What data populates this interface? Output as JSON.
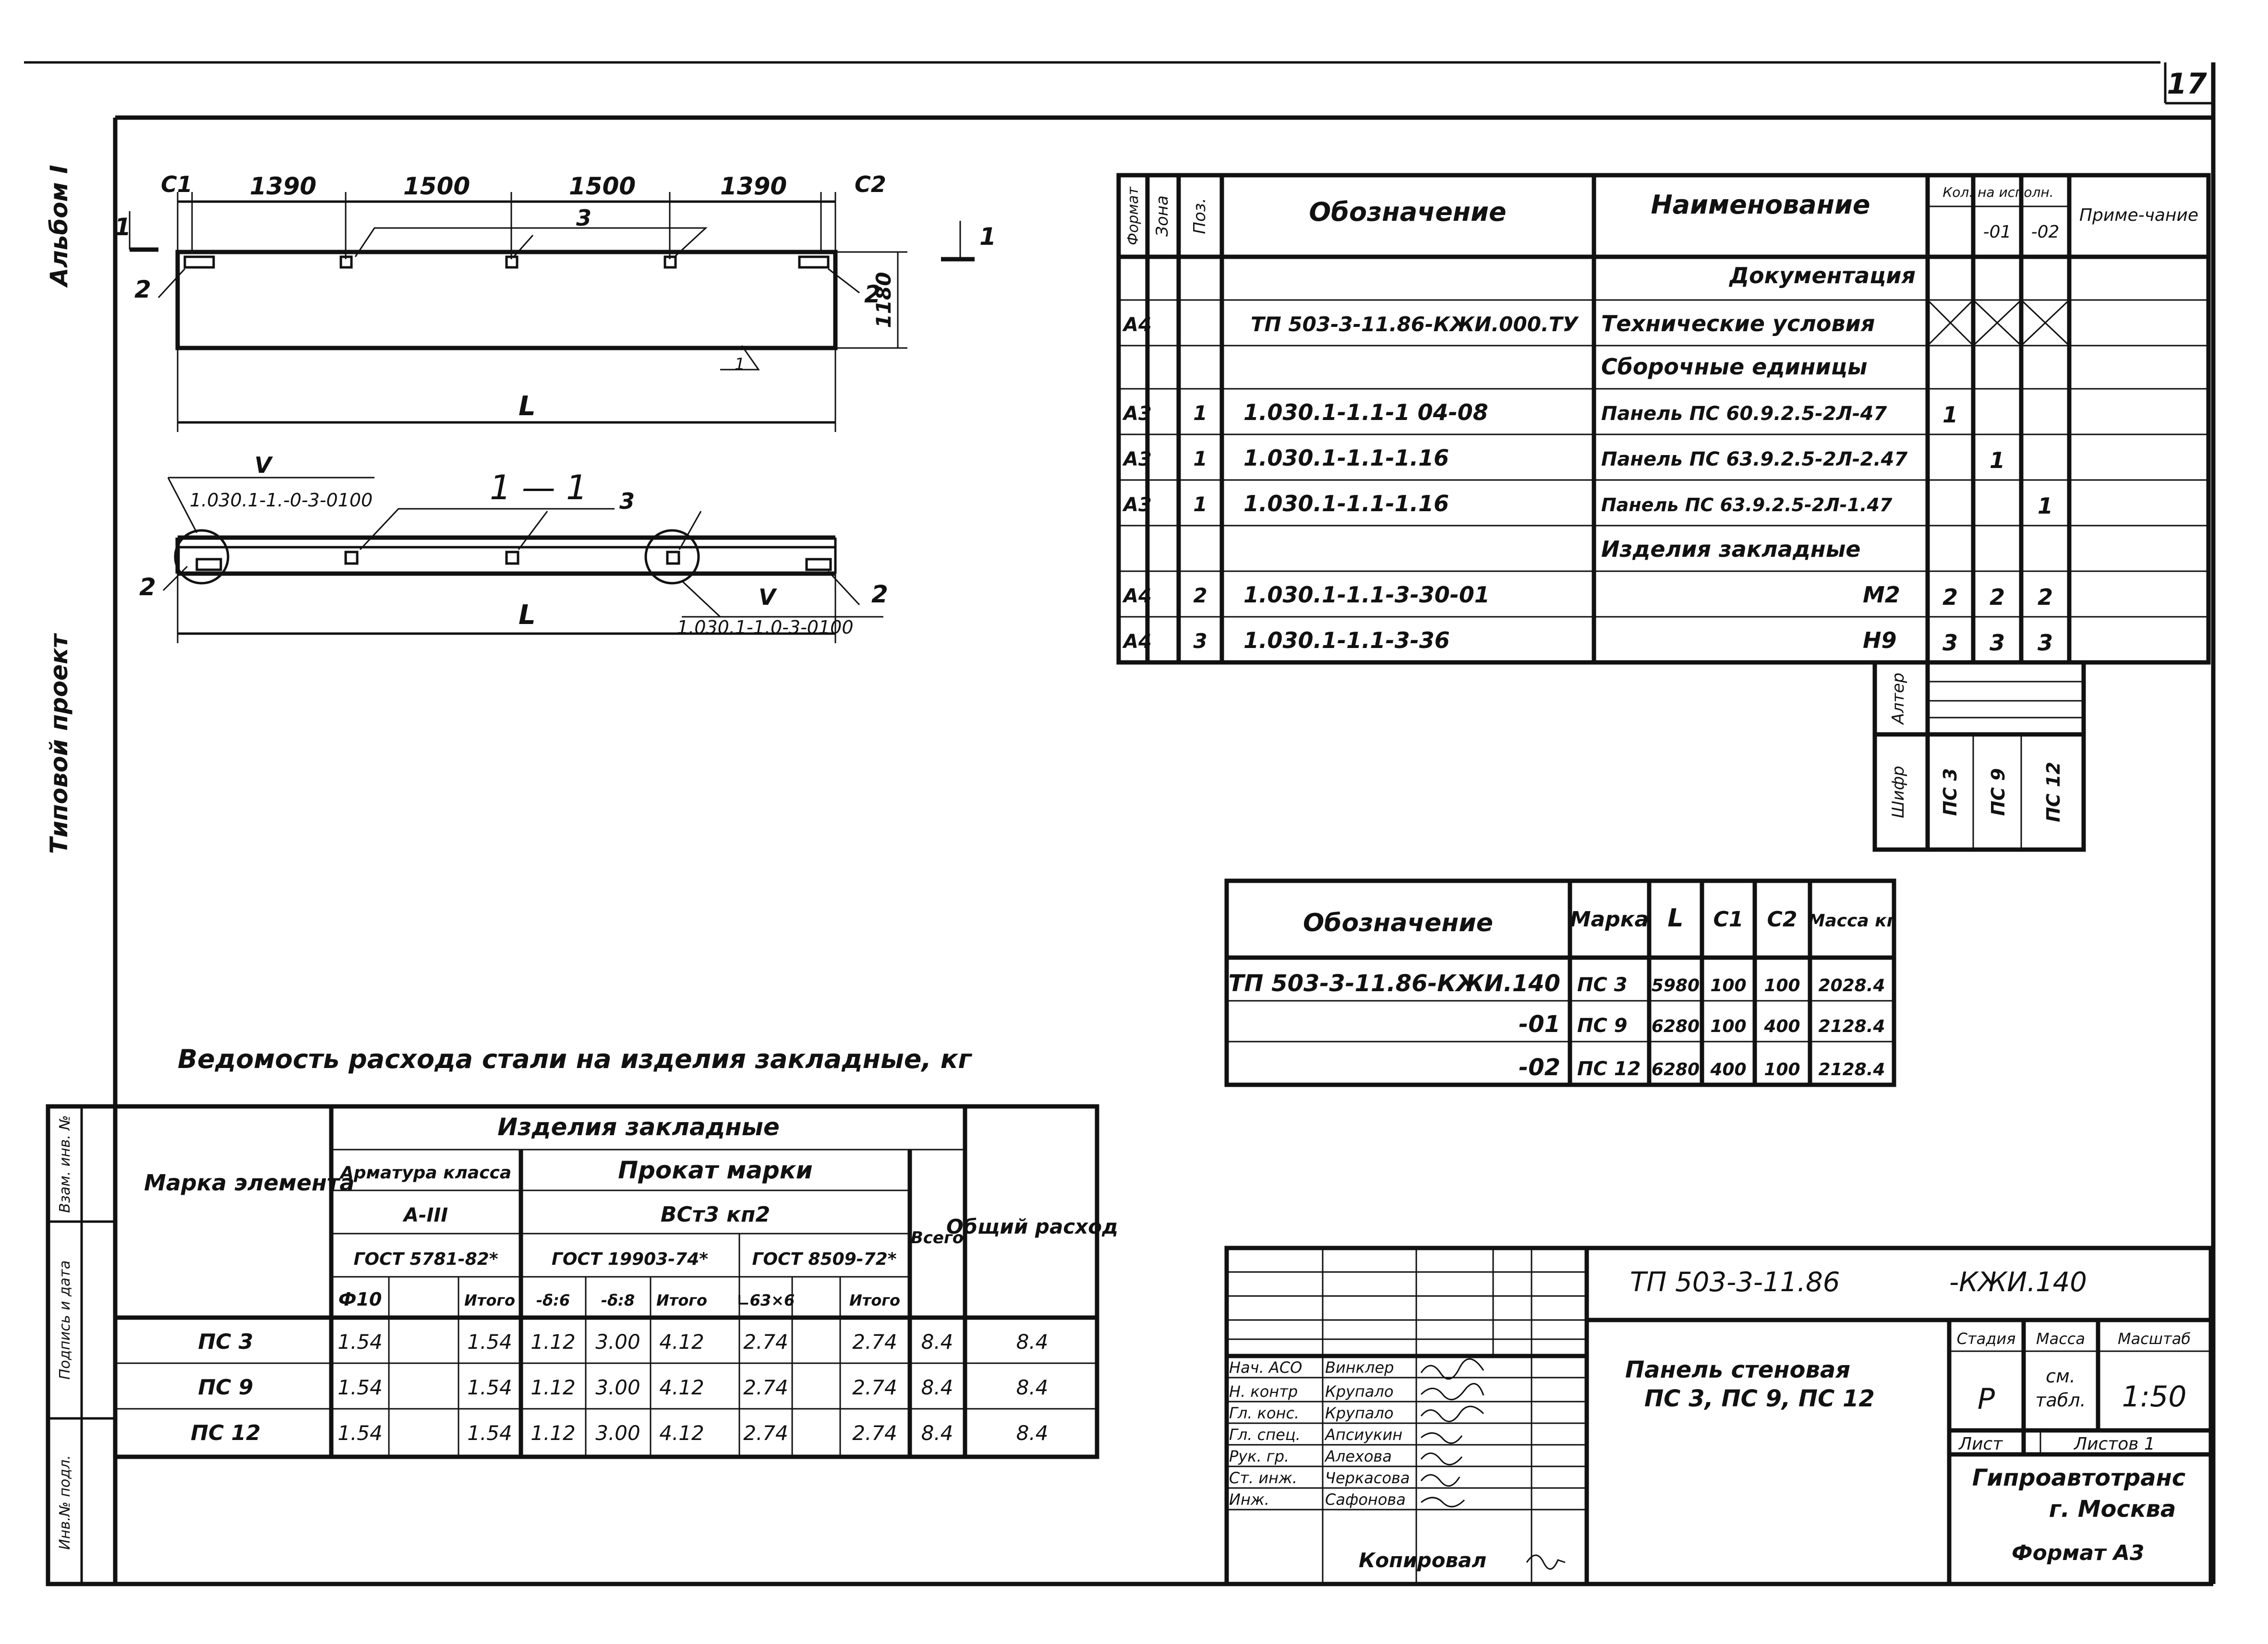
{
  "sheet_number": "17",
  "left_margin": {
    "album": "Альбом I",
    "project": "Типовой проект"
  },
  "side_stamp": {
    "col1": "Инв.№ подл.",
    "col2": "Подпись и дата",
    "col3": "Взам. инв. №"
  },
  "plan": {
    "dims": [
      "С1",
      "1390",
      "1500",
      "1500",
      "1390",
      "С2"
    ],
    "section_mark": "1",
    "height_dim": "1180",
    "pos_2": "2",
    "pos_3": "3",
    "length": "L",
    "slope": "1"
  },
  "section": {
    "title": "1 — 1",
    "node_roman": "V",
    "node_ref_left": "1.030.1-1.-0-3-0100",
    "node_ref_right": "1.030.1-1.0-3-0100",
    "pos_2": "2",
    "pos_3": "3",
    "length": "L"
  },
  "spec": {
    "headers": {
      "format": "Формат",
      "zone": "Зона",
      "pos": "Поз.",
      "designation": "Обозначение",
      "name": "Наименование",
      "qty": "Кол. на исполн.",
      "q0": "",
      "q1": "-01",
      "q2": "-02",
      "note": "Приме-чание"
    },
    "rows": [
      {
        "fmt": "",
        "pos": "",
        "des": "",
        "name": "Документация",
        "q0": "",
        "q1": "",
        "q2": ""
      },
      {
        "fmt": "А4",
        "pos": "",
        "des": "ТП 503-3-11.86-КЖИ.000.ТУ",
        "name": "Технические условия",
        "q0": "",
        "q1": "",
        "q2": ""
      },
      {
        "fmt": "",
        "pos": "",
        "des": "",
        "name": "Сборочные единицы",
        "q0": "",
        "q1": "",
        "q2": ""
      },
      {
        "fmt": "А3",
        "pos": "1",
        "des": "1.030.1-1.1-1 04-08",
        "name": "Панель ПС 60.9.2.5-2Л-47",
        "q0": "1",
        "q1": "",
        "q2": ""
      },
      {
        "fmt": "А3",
        "pos": "1",
        "des": "1.030.1-1.1-1.16",
        "name": "Панель ПС 63.9.2.5-2Л-2.47",
        "q0": "",
        "q1": "1",
        "q2": ""
      },
      {
        "fmt": "А3",
        "pos": "1",
        "des": "1.030.1-1.1-1.16",
        "name": "Панель ПС 63.9.2.5-2Л-1.47",
        "q0": "",
        "q1": "",
        "q2": "1"
      },
      {
        "fmt": "",
        "pos": "",
        "des": "",
        "name": "Изделия закладные",
        "q0": "",
        "q1": "",
        "q2": ""
      },
      {
        "fmt": "А4",
        "pos": "2",
        "des": "1.030.1-1.1-3-30-01",
        "name": "М2",
        "q0": "2",
        "q1": "2",
        "q2": "2"
      },
      {
        "fmt": "А4",
        "pos": "3",
        "des": "1.030.1-1.1-3-36",
        "name": "Н9",
        "q0": "3",
        "q1": "3",
        "q2": "3"
      }
    ],
    "lower": {
      "alter": "Алтер",
      "cipher": "Шифр",
      "c1": "ПС 3",
      "c2": "ПС 9",
      "c3": "ПС 12"
    }
  },
  "marks_table": {
    "headers": [
      "Обозначение",
      "Марка",
      "L",
      "С1",
      "С2",
      "Масса кг"
    ],
    "rows": [
      [
        "ТП 503-3-11.86-КЖИ.140",
        "ПС 3",
        "5980",
        "100",
        "100",
        "2028.4"
      ],
      [
        "-01",
        "ПС 9",
        "6280",
        "100",
        "400",
        "2128.4"
      ],
      [
        "-02",
        "ПС 12",
        "6280",
        "400",
        "100",
        "2128.4"
      ]
    ]
  },
  "steel": {
    "title": "Ведомость расхода стали на изделия закладные, кг",
    "h_mark": "Марка элемента",
    "h_items": "Изделия закладные",
    "h_rebar": "Арматура класса",
    "h_rebar_class": "А-III",
    "h_rebar_gost": "ГОСТ 5781-82*",
    "h_rolled": "Прокат марки",
    "h_rolled_grade": "ВСт3 кп2",
    "h_g1": "ГОСТ 19903-74*",
    "h_g2": "ГОСТ 8509-72*",
    "h_total": "Всего",
    "h_general": "Общий расход",
    "sub": [
      "Ф10",
      "",
      "Итого",
      "-δ:6",
      "-δ:8",
      "Итого",
      "∟63×6",
      "",
      "Итого"
    ],
    "rows": [
      [
        "ПС 3",
        "1.54",
        "",
        "1.54",
        "1.12",
        "3.00",
        "4.12",
        "2.74",
        "",
        "2.74",
        "8.4",
        "8.4"
      ],
      [
        "ПС 9",
        "1.54",
        "",
        "1.54",
        "1.12",
        "3.00",
        "4.12",
        "2.74",
        "",
        "2.74",
        "8.4",
        "8.4"
      ],
      [
        "ПС 12",
        "1.54",
        "",
        "1.54",
        "1.12",
        "3.00",
        "4.12",
        "2.74",
        "",
        "2.74",
        "8.4",
        "8.4"
      ]
    ]
  },
  "title_block": {
    "code": "ТП 503-3-11.86",
    "code2": "-КЖИ.140",
    "title": "Панель стеновая ПС 3, ПС 9, ПС 12",
    "title_l1": "Панель стеновая",
    "title_l2": "ПС 3, ПС 9,  ПС 12",
    "stage_h": "Стадия",
    "mass_h": "Масса",
    "scale_h": "Масштаб",
    "stage": "Р",
    "mass": "см. табл.",
    "mass_l1": "см.",
    "mass_l2": "табл.",
    "scale": "1:50",
    "sheet": "Лист",
    "sheets": "Листов 1",
    "org": "Гипроавтотранс",
    "city": "г. Москва",
    "people": [
      {
        "role": "Нач. АСО",
        "name": "Винклер"
      },
      {
        "role": "Н. контр",
        "name": "Крупало"
      },
      {
        "role": "Гл. конс.",
        "name": "Крупало"
      },
      {
        "role": "Гл. спец.",
        "name": "Апсиукин"
      },
      {
        "role": "Рук. гр.",
        "name": "Алехова"
      },
      {
        "role": "Ст. инж.",
        "name": "Черкасова"
      },
      {
        "role": "Инж.",
        "name": "Сафонова"
      }
    ]
  },
  "footer": {
    "copied": "Копировал",
    "format": "Формат А3"
  }
}
